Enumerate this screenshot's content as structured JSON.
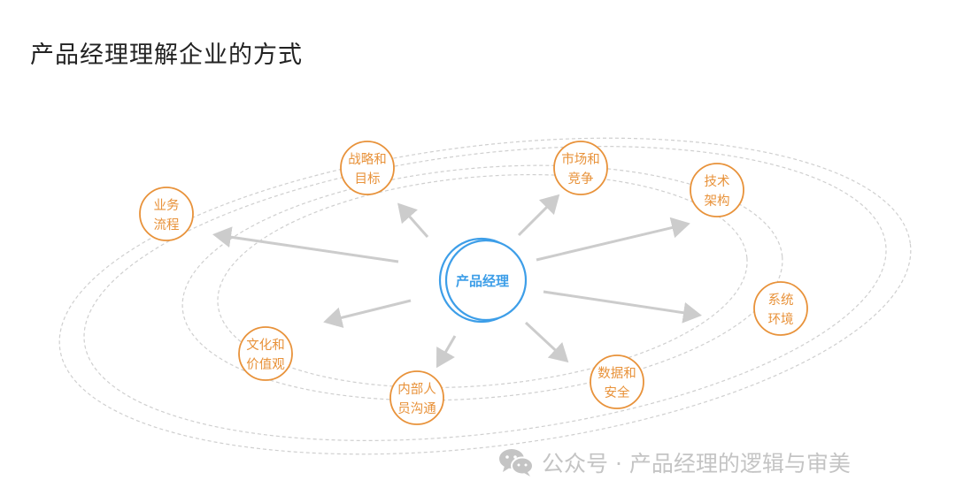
{
  "title": "产品经理理解企业的方式",
  "center": {
    "label": "产品经理"
  },
  "nodes": [
    {
      "lines": [
        "业务",
        "流程"
      ]
    },
    {
      "lines": [
        "战略和",
        "目标"
      ]
    },
    {
      "lines": [
        "市场和",
        "竞争"
      ]
    },
    {
      "lines": [
        "技术",
        "架构"
      ]
    },
    {
      "lines": [
        "系统",
        "环境"
      ]
    },
    {
      "lines": [
        "数据和",
        "安全"
      ]
    },
    {
      "lines": [
        "内部人",
        "员沟通"
      ]
    },
    {
      "lines": [
        "文化和",
        "价值观"
      ]
    }
  ],
  "watermark": {
    "icon": "wechat-icon",
    "text": "公众号 · 产品经理的逻辑与审美"
  },
  "colors": {
    "orange": "#e8923a",
    "blue": "#3d9ee8",
    "arrow": "#cccccc",
    "orbit": "#cfcfcf"
  }
}
